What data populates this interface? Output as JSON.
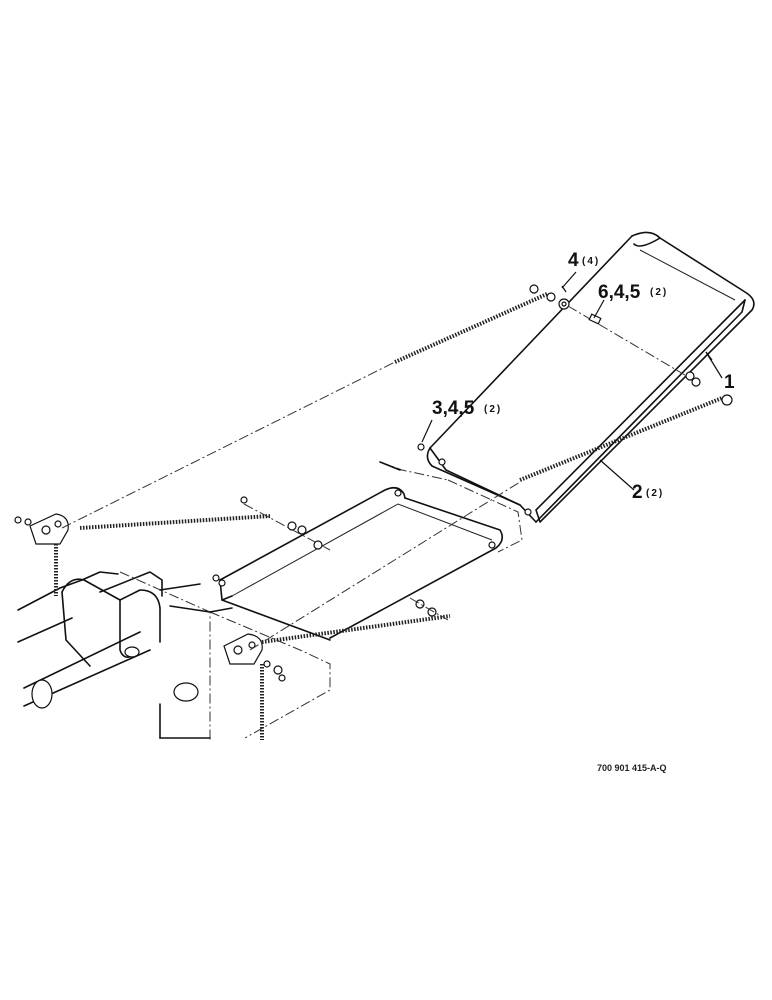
{
  "callouts": [
    {
      "id": "c1",
      "num": "1",
      "qty": ""
    },
    {
      "id": "c2",
      "num": "2",
      "qty": "(2)"
    },
    {
      "id": "c3",
      "num": "3,4,5",
      "qty": "(2)"
    },
    {
      "id": "c4",
      "num": "4",
      "qty": "(4)"
    },
    {
      "id": "c6",
      "num": "6,4,5",
      "qty": "(2)"
    }
  ],
  "drawing_code": "700 901 415-A-Q"
}
